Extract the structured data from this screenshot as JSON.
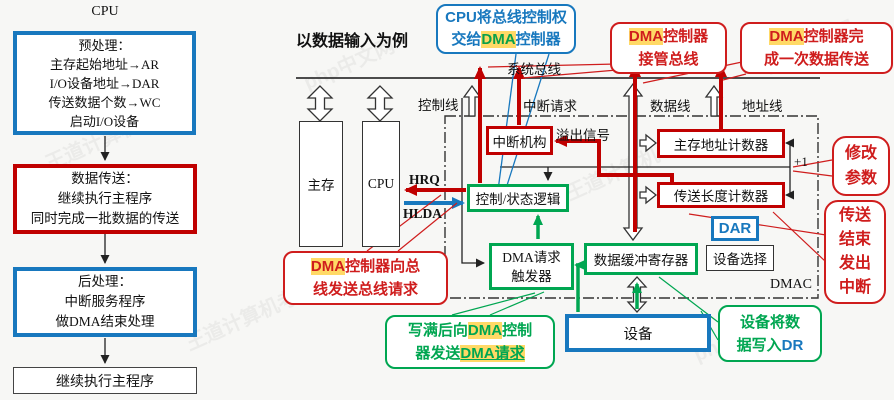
{
  "colors": {
    "red": "#c00000",
    "blue": "#1878be",
    "green": "#00a651",
    "highlight": "#ffd966"
  },
  "watermarks": [
    "php中文网",
    "王道计算机考研"
  ],
  "flowchart": {
    "header": "CPU",
    "pre": [
      "预处理：",
      "主存起始地址→AR",
      "I/O设备地址→DAR",
      "传送数据个数→WC",
      "启动I/O设备"
    ],
    "transfer": [
      "数据传送：",
      "继续执行主程序",
      "同时完成一批数据的传送"
    ],
    "post": [
      "后处理：",
      "中断服务程序",
      "做DMA结束处理"
    ],
    "continue": "继续执行主程序"
  },
  "diagram": {
    "title": "以数据输入为例",
    "bus_label": "系统总线",
    "line_labels": {
      "control": "控制线",
      "irq": "中断请求",
      "data": "数据线",
      "addr": "地址线"
    },
    "blocks": {
      "memory": "主存",
      "cpu": "CPU",
      "interrupt_unit": "中断机构",
      "logic": "控制/状态逻辑",
      "mem_addr_counter": "主存地址计数器",
      "length_counter": "传送长度计数器",
      "dar": "DAR",
      "device_select": "设备选择",
      "data_buffer": "数据缓冲寄存器",
      "dma_trigger": [
        "DMA请求",
        "触发器"
      ],
      "device": "设备",
      "dmac": "DMAC"
    },
    "signals": {
      "hrq": "HRQ",
      "hlda": "HLDA",
      "overflow": "溢出信号",
      "inc": "+1"
    }
  },
  "callouts": {
    "cpu_grant": {
      "lines": [
        [
          {
            "t": "CPU将总线控制权"
          }
        ],
        [
          {
            "t": "交给"
          },
          {
            "t": "DMA",
            "c": "hl-g"
          },
          {
            "t": "控制器"
          }
        ]
      ]
    },
    "take_bus": {
      "lines": [
        [
          {
            "t": "DMA",
            "c": "hl"
          },
          {
            "t": "控制器"
          }
        ],
        [
          {
            "t": "接管总线"
          }
        ]
      ]
    },
    "one_transfer": {
      "lines": [
        [
          {
            "t": "DMA",
            "c": "hl"
          },
          {
            "t": "控制器完"
          }
        ],
        [
          {
            "t": "成一次数据传送"
          }
        ]
      ]
    },
    "bus_request": {
      "lines": [
        [
          {
            "t": "DMA",
            "c": "hl"
          },
          {
            "t": "控制器向总"
          }
        ],
        [
          {
            "t": "线发送总线请求"
          }
        ]
      ]
    },
    "dma_request": {
      "lines": [
        [
          {
            "t": "写满后向"
          },
          {
            "t": "DMA",
            "c": "hl"
          },
          {
            "t": "控制"
          }
        ],
        [
          {
            "t": "器发送"
          },
          {
            "t": "DMA请求",
            "c": "hl-bu"
          }
        ]
      ]
    },
    "write_dr": {
      "lines": [
        [
          {
            "t": "设备将数"
          }
        ],
        [
          {
            "t": "据写入"
          },
          {
            "t": "DR",
            "c": "blue"
          }
        ]
      ]
    },
    "modify": {
      "lines": [
        [
          {
            "t": "修改"
          }
        ],
        [
          {
            "t": "参数"
          }
        ]
      ]
    },
    "end_interrupt": {
      "lines": [
        [
          {
            "t": "传送"
          }
        ],
        [
          {
            "t": "结束"
          }
        ],
        [
          {
            "t": "发出"
          }
        ],
        [
          {
            "t": "中断"
          }
        ]
      ]
    }
  }
}
